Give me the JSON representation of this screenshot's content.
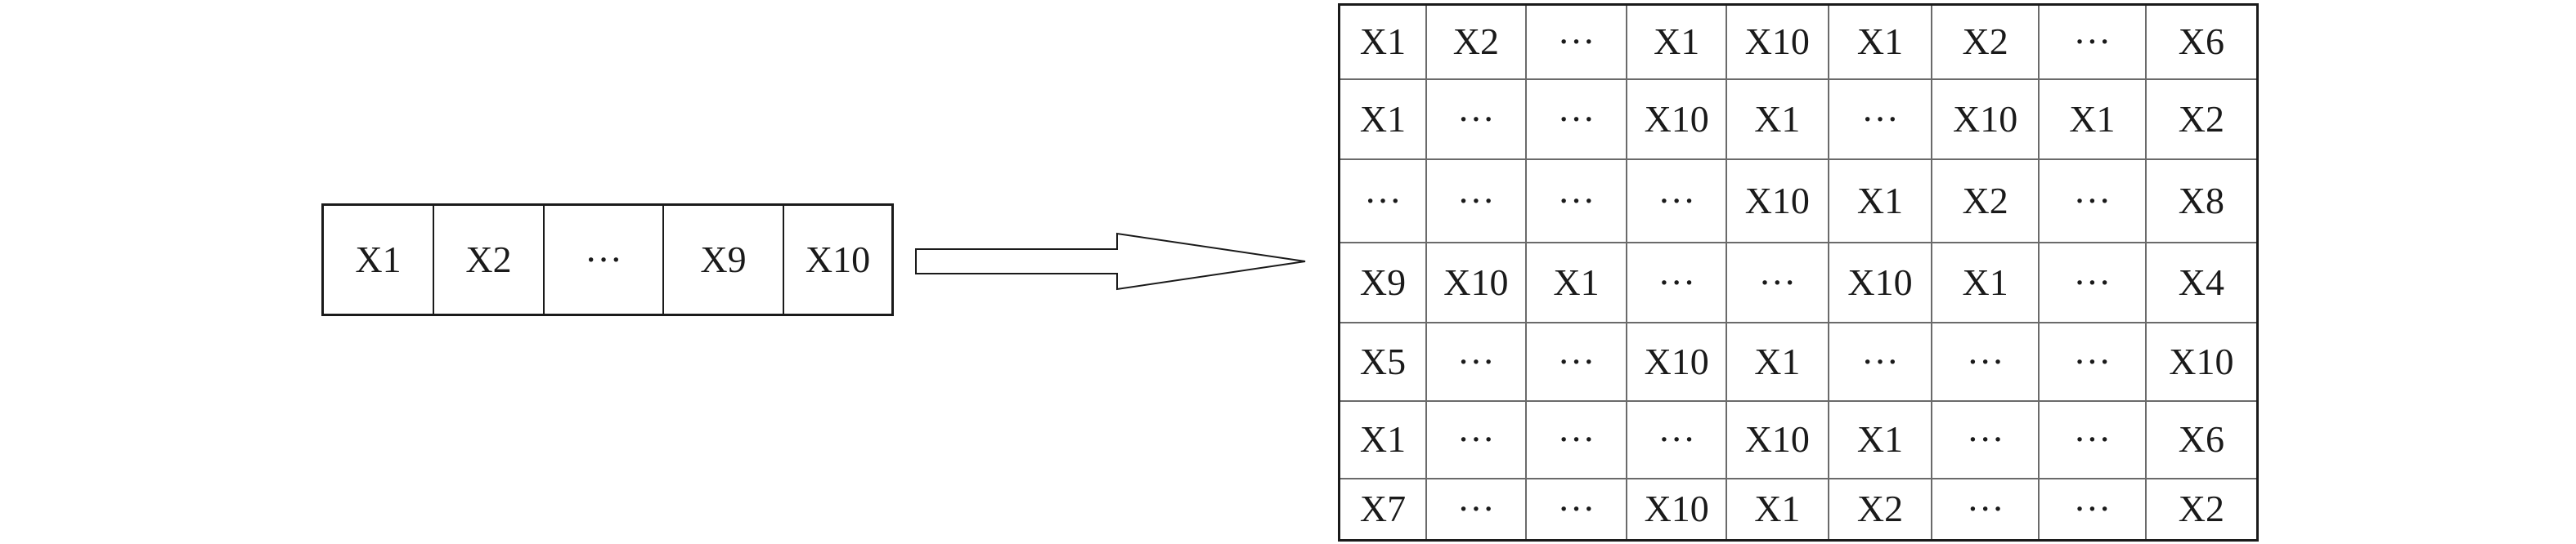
{
  "source_row": {
    "cells": [
      "X1",
      "X2",
      "···",
      "X9",
      "X10"
    ]
  },
  "matrix": {
    "rows": [
      [
        "X1",
        "X2",
        "···",
        "X1",
        "X10",
        "X1",
        "X2",
        "···",
        "X6"
      ],
      [
        "X1",
        "···",
        "···",
        "X10",
        "X1",
        "···",
        "X10",
        "X1",
        "X2"
      ],
      [
        "···",
        "···",
        "···",
        "···",
        "X10",
        "X1",
        "X2",
        "···",
        "X8"
      ],
      [
        "X9",
        "X10",
        "X1",
        "···",
        "···",
        "X10",
        "X1",
        "···",
        "X4"
      ],
      [
        "X5",
        "···",
        "···",
        "X10",
        "X1",
        "···",
        "···",
        "···",
        "X10"
      ],
      [
        "X1",
        "···",
        "···",
        "···",
        "X10",
        "X1",
        "···",
        "···",
        "X6"
      ],
      [
        "X7",
        "···",
        "···",
        "X10",
        "X1",
        "X2",
        "···",
        "···",
        "X2"
      ]
    ]
  },
  "colors": {
    "stroke": "#1a1a1a",
    "grid": "#6a6a6a",
    "background": "#ffffff"
  }
}
